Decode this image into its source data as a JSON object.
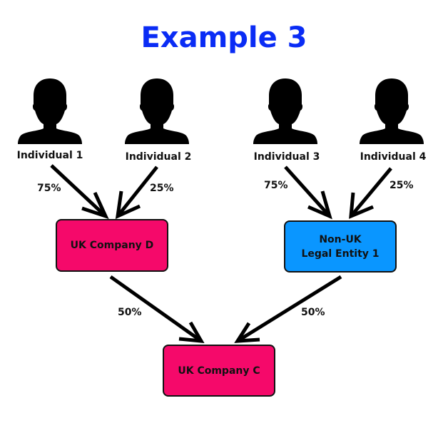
{
  "title": "Example 3",
  "individuals": [
    {
      "label": "Individual 1"
    },
    {
      "label": "Individual 2"
    },
    {
      "label": "Individual 3"
    },
    {
      "label": "Individual 4"
    }
  ],
  "entities": {
    "uk_company_d": {
      "label": "UK Company D",
      "color": "#f5096a"
    },
    "non_uk_legal_entity_1": {
      "line1": "Non-UK",
      "line2": "Legal Entity 1",
      "color": "#0a96ff"
    },
    "uk_company_c": {
      "label": "UK Company C",
      "color": "#f5096a"
    }
  },
  "ownership": [
    {
      "from": "Individual 1",
      "to": "UK Company D",
      "percent": "75%"
    },
    {
      "from": "Individual 2",
      "to": "UK Company D",
      "percent": "25%"
    },
    {
      "from": "Individual 3",
      "to": "Non-UK Legal Entity 1",
      "percent": "75%"
    },
    {
      "from": "Individual 4",
      "to": "Non-UK Legal Entity 1",
      "percent": "25%"
    },
    {
      "from": "UK Company D",
      "to": "UK Company C",
      "percent": "50%"
    },
    {
      "from": "Non-UK Legal Entity 1",
      "to": "UK Company C",
      "percent": "50%"
    }
  ]
}
